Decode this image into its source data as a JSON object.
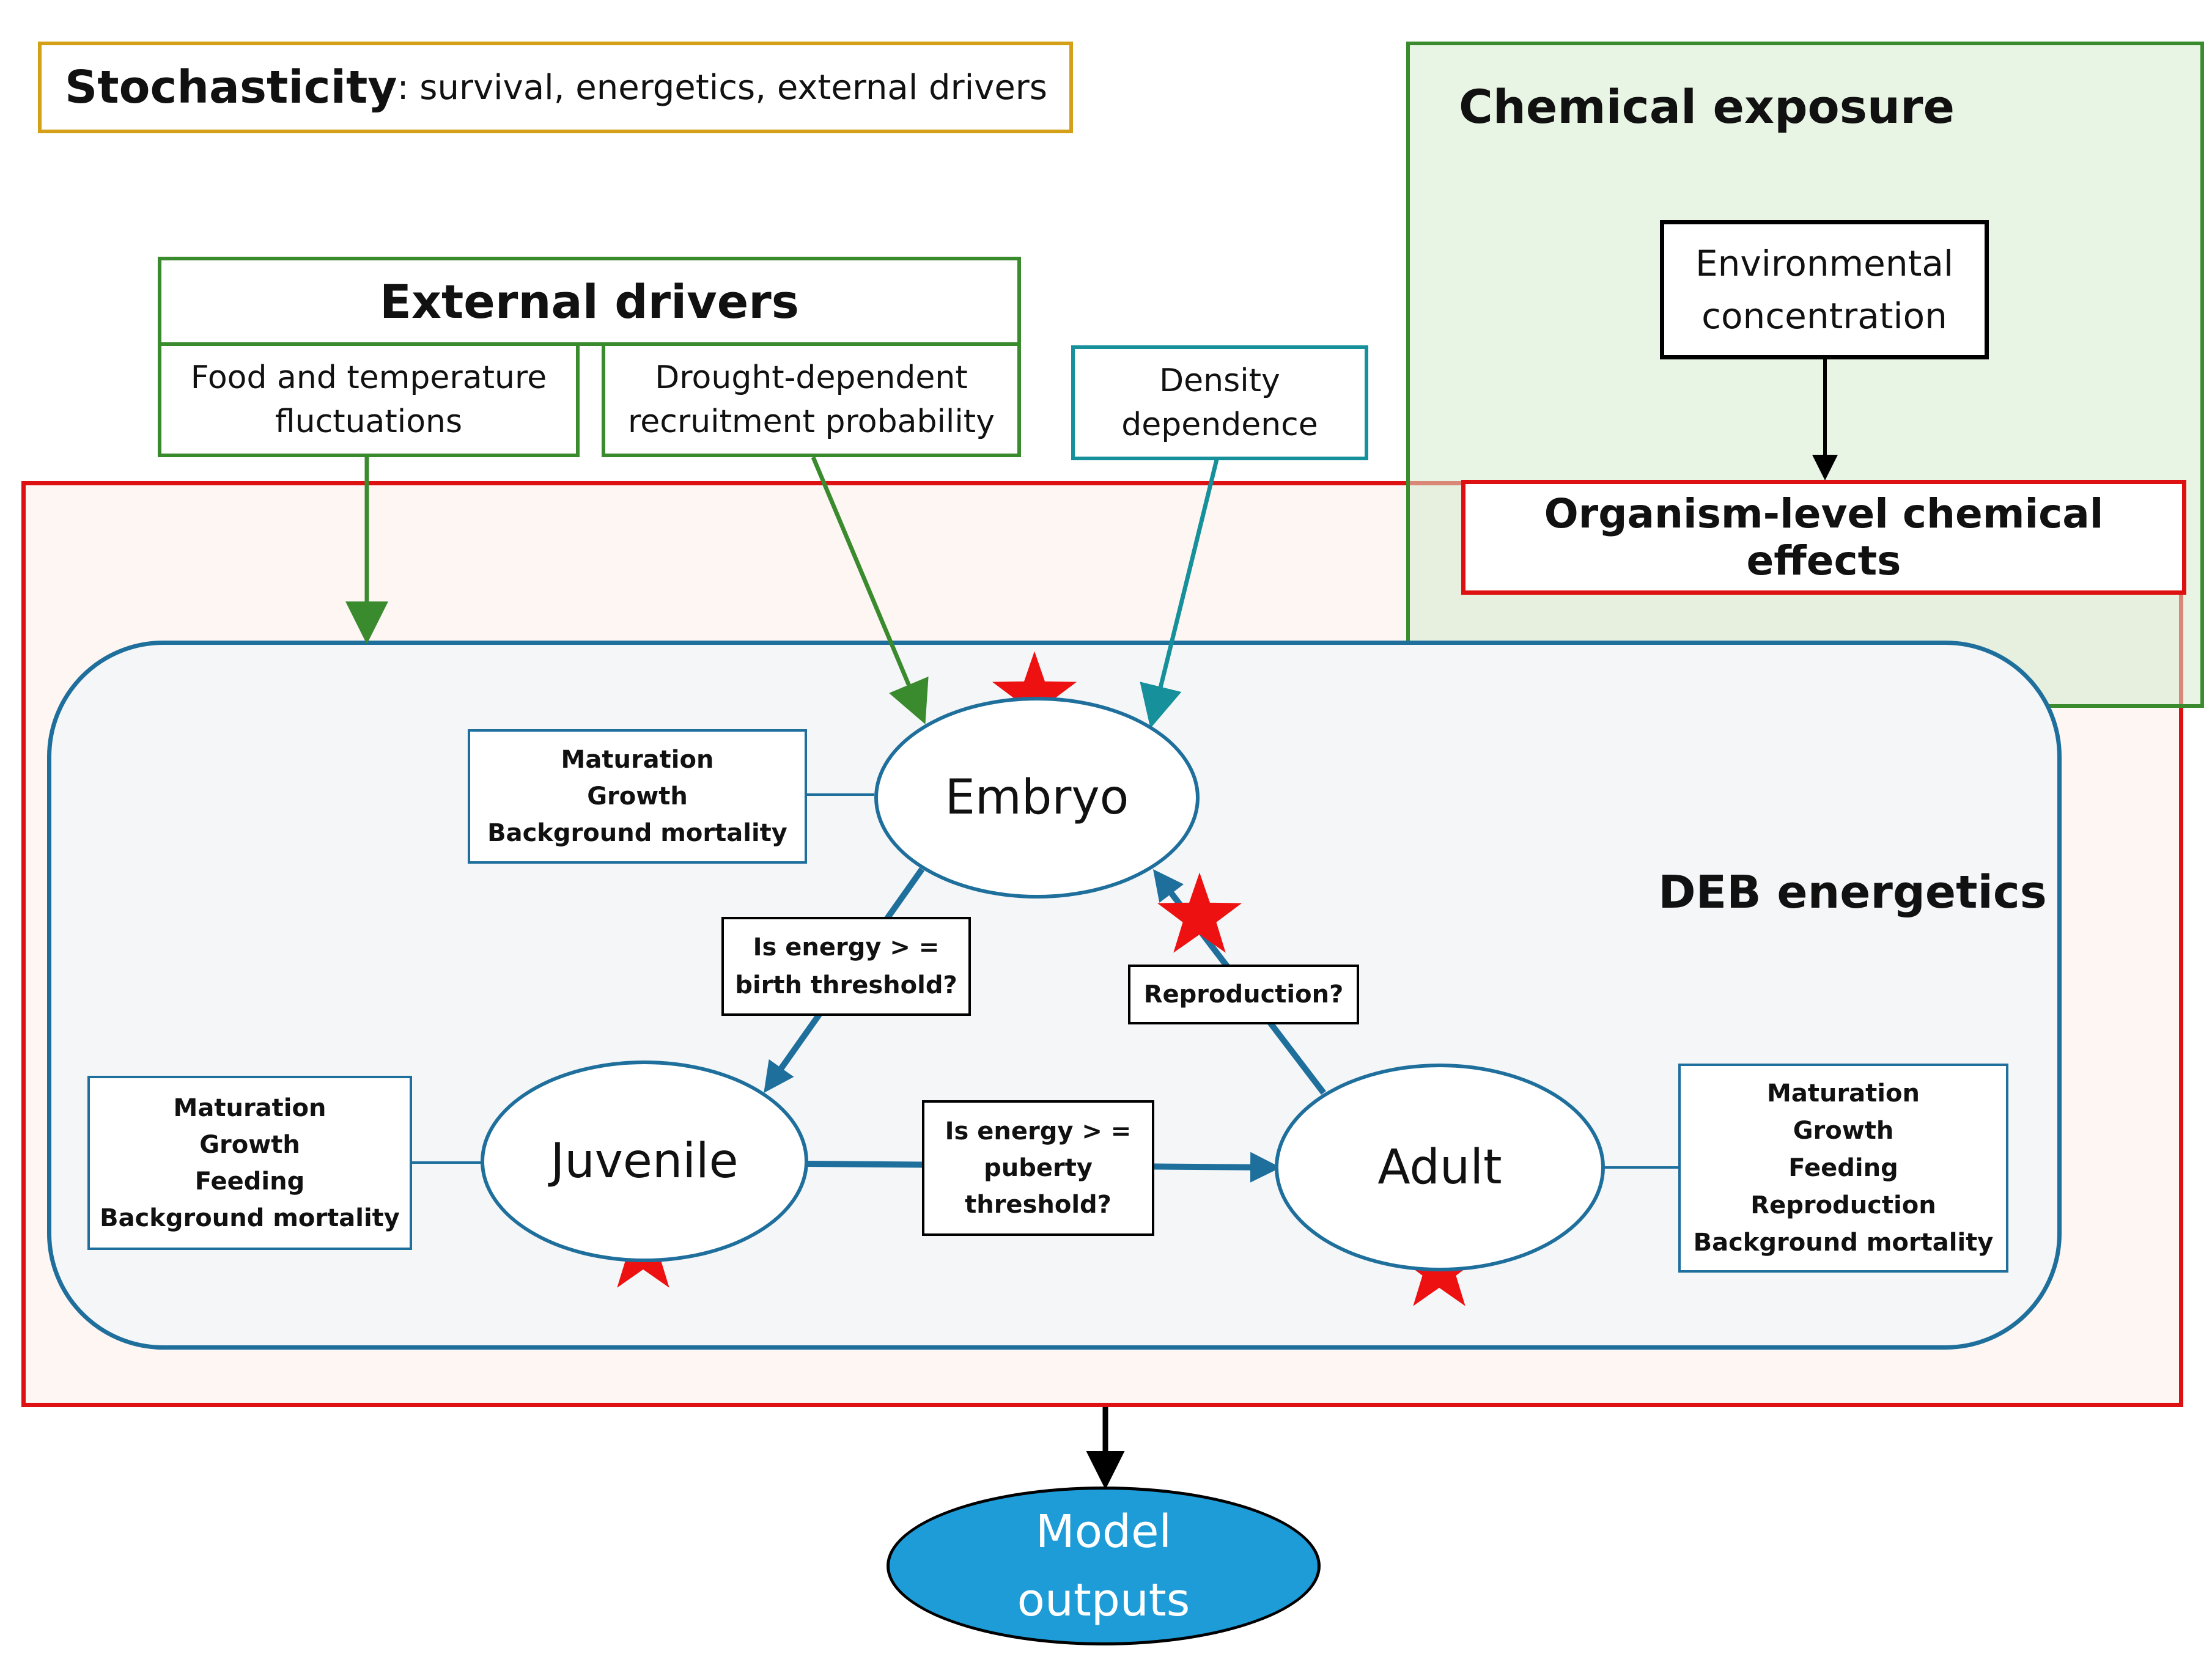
{
  "stochasticity": {
    "title": "Stochasticity",
    "text": ": survival, energetics, external drivers"
  },
  "chemical_exposure": {
    "title": "Chemical exposure",
    "env_concentration": [
      "Environmental",
      "concentration"
    ],
    "organism_effects": "Organism-level chemical effects"
  },
  "external_drivers": {
    "title": "External drivers",
    "food_temp": [
      "Food and temperature",
      "fluctuations"
    ],
    "drought": [
      "Drought-dependent",
      "recruitment probability"
    ]
  },
  "density_dependence": [
    "Density",
    "dependence"
  ],
  "deb_energetics": "DEB energetics",
  "stages": {
    "embryo": "Embryo",
    "juvenile": "Juvenile",
    "adult": "Adult"
  },
  "stage_processes": {
    "embryo": [
      "Maturation",
      "Growth",
      "Background mortality"
    ],
    "juvenile": [
      "Maturation",
      "Growth",
      "Feeding",
      "Background mortality"
    ],
    "adult": [
      "Maturation",
      "Growth",
      "Feeding",
      "Reproduction",
      "Background mortality"
    ]
  },
  "transitions": {
    "birth": [
      "Is energy > =",
      "birth threshold?"
    ],
    "puberty": [
      "Is energy > =",
      "puberty",
      "threshold?"
    ],
    "reproduction": "Reproduction?"
  },
  "model_outputs": [
    "Model",
    "outputs"
  ],
  "colors": {
    "stochasticity_border": "#d4a017",
    "green": "#3a8a2e",
    "chemical_fill": "#eef5ea",
    "red": "#dd1111",
    "deb_fill": "#fdf6f3",
    "blue": "#1f6f9c",
    "teal": "#16909a",
    "inner_fill": "#f4f6f8",
    "outputs_fill": "#1e9cd8",
    "star": "#ee1111"
  }
}
